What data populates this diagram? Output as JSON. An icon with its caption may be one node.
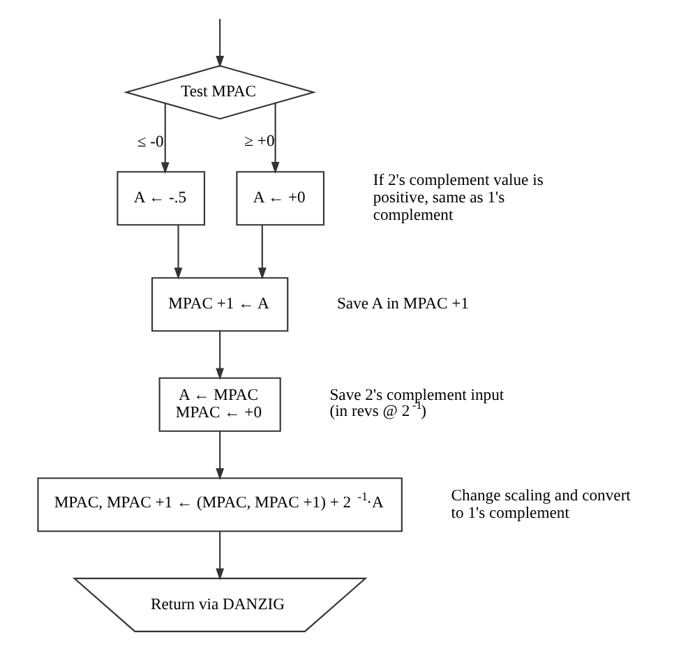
{
  "diagram": {
    "nodes": [
      {
        "text": [
          "Test MPAC"
        ]
      },
      {
        "text": [
          "A ← -.5"
        ]
      },
      {
        "text": [
          "A ← +0"
        ],
        "beside": [
          "If 2's complement value is positive, same as 1's complement"
        ]
      },
      {
        "text": [
          "MPAC +1 ← A"
        ],
        "beside": [
          "Save A in MPAC +1"
        ]
      },
      {
        "text": [
          "A ← MPAC",
          "MPAC ← +0"
        ],
        "beside": [
          "Save 2's complement input (in revs @ 2$^{-1}$)"
        ]
      },
      {
        "text": [
          "MPAC, MPAC +1 ← (MPAC, MPAC +1) + 2$^{-1}$·A"
        ],
        "beside": [
          "Change scaling and convert to 1's complement"
        ]
      },
      {
        "text": [
          "Return via DANZIG"
        ]
      }
    ],
    "edges": [
      {
        "from": null,
        "to": 0,
        "arrow": "to"
      },
      {
        "from": 0,
        "to": 1,
        "arrow": "to",
        "label": "≤ -0"
      },
      {
        "from": 0,
        "to": 2,
        "arrow": "to",
        "label": "≥ +0"
      },
      {
        "from": 1,
        "to": 3,
        "arrow": "to"
      },
      {
        "from": 2,
        "to": 3,
        "arrow": "to"
      },
      {
        "from": 3,
        "to": 4,
        "arrow": "to"
      },
      {
        "from": 4,
        "to": 5,
        "arrow": "to"
      },
      {
        "from": 5,
        "to": 6,
        "arrow": "to"
      }
    ]
  }
}
